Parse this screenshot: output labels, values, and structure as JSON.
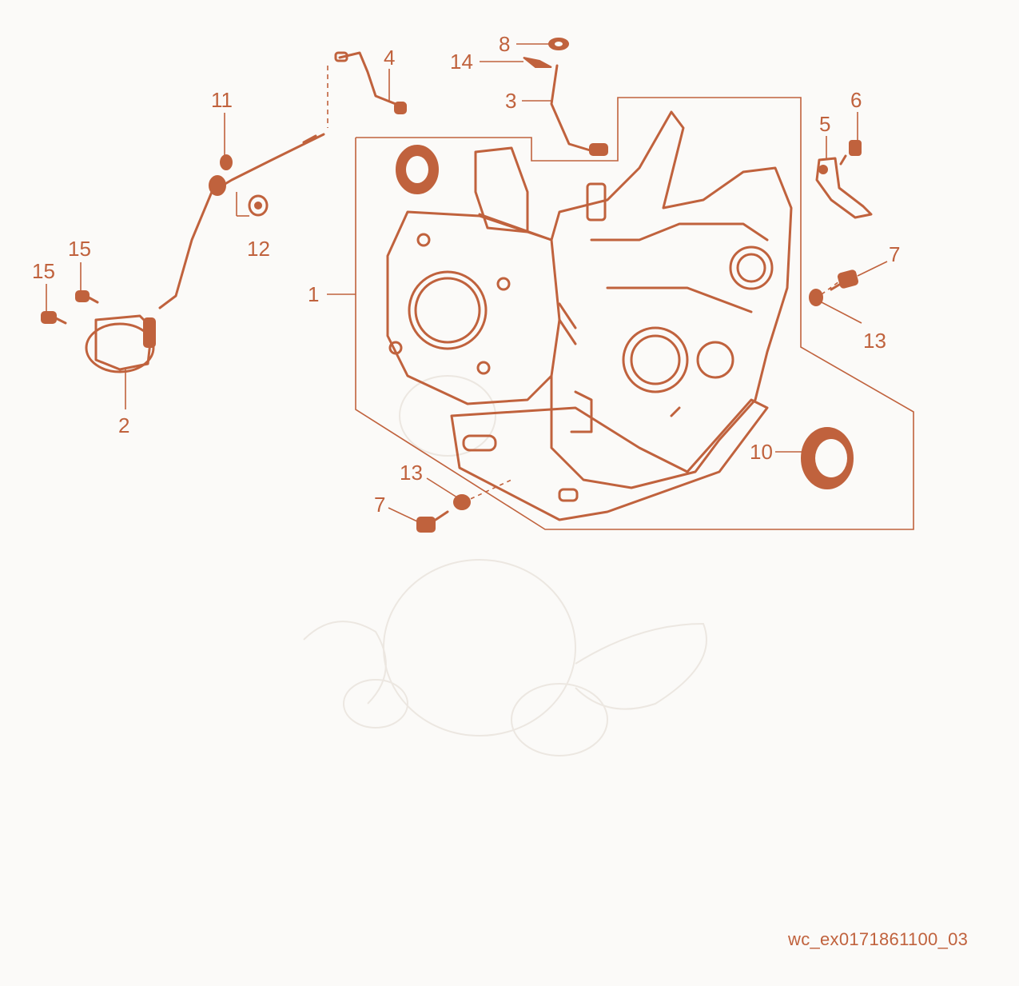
{
  "diagram": {
    "reference_code": "wc_ex0171861100_03",
    "colors": {
      "ink": "#c0623d",
      "background": "#fbfaf8",
      "watermark": "#ece7e1"
    },
    "callouts": [
      {
        "id": "1",
        "label": "1"
      },
      {
        "id": "2",
        "label": "2"
      },
      {
        "id": "3",
        "label": "3"
      },
      {
        "id": "4",
        "label": "4"
      },
      {
        "id": "5",
        "label": "5"
      },
      {
        "id": "6",
        "label": "6"
      },
      {
        "id": "7a",
        "label": "7"
      },
      {
        "id": "7b",
        "label": "7"
      },
      {
        "id": "8",
        "label": "8"
      },
      {
        "id": "10",
        "label": "10"
      },
      {
        "id": "11",
        "label": "11"
      },
      {
        "id": "12",
        "label": "12"
      },
      {
        "id": "13a",
        "label": "13"
      },
      {
        "id": "13b",
        "label": "13"
      },
      {
        "id": "14",
        "label": "14"
      },
      {
        "id": "15a",
        "label": "15"
      },
      {
        "id": "15b",
        "label": "15"
      }
    ]
  }
}
